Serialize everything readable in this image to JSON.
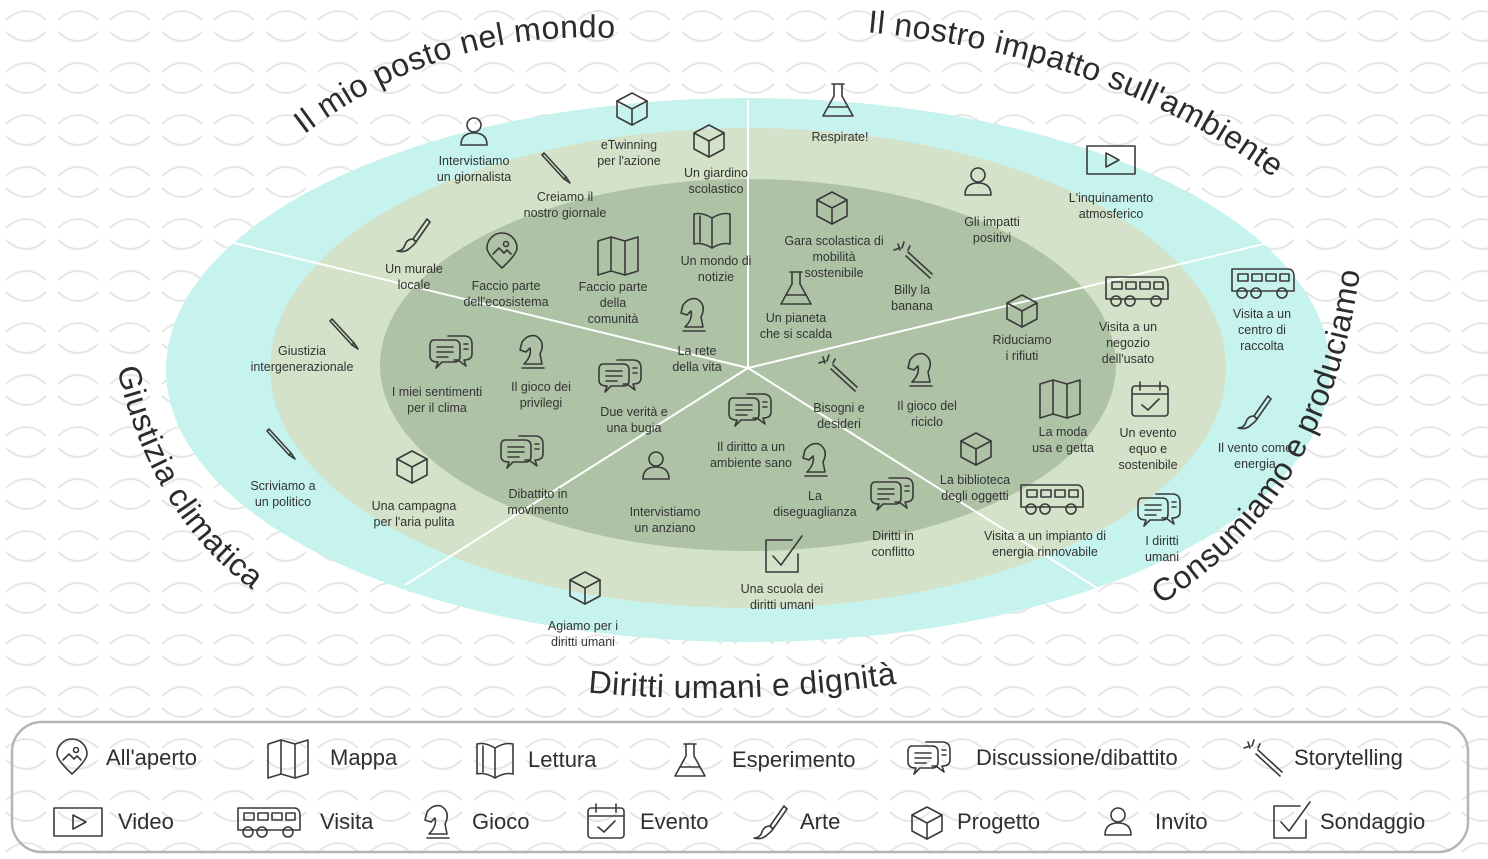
{
  "colors": {
    "outer": "#c6f3ee",
    "middle": "#d3e2c8",
    "inner": "#aec3a6",
    "divider": "#ffffff",
    "ink": "#333333",
    "pattern": "#e8e8e8"
  },
  "sector_titles": {
    "top_left": "Il mio posto nel mondo",
    "top_right": "Il nostro impatto sull'ambiente",
    "right": "Consumiamo e produciamo",
    "bottom": "Diritti umani e dignità",
    "left": "Giustizia climatica"
  },
  "activities": [
    {
      "label": [
        "Intervistiamo",
        "un giornalista"
      ],
      "icon": "person-icon"
    },
    {
      "label": [
        "eTwinning",
        "per l'azione"
      ],
      "icon": "cube-icon"
    },
    {
      "label": [
        "Creiamo il",
        "nostro giornale"
      ],
      "icon": "pencil-icon"
    },
    {
      "label": [
        "Un giardino",
        "scolastico"
      ],
      "icon": "cube-icon"
    },
    {
      "label": [
        "Un murale",
        "locale"
      ],
      "icon": "brush-icon"
    },
    {
      "label": [
        "Faccio parte",
        "dell'ecosistema"
      ],
      "icon": "pin-icon"
    },
    {
      "label": [
        "Faccio parte",
        "della",
        "comunità"
      ],
      "icon": "map-icon"
    },
    {
      "label": [
        "Un mondo di",
        "notizie"
      ],
      "icon": "book-icon"
    },
    {
      "label": [
        "La rete",
        "della vita"
      ],
      "icon": "knight-icon"
    },
    {
      "label": [
        "Giustizia",
        "intergenerazionale"
      ],
      "icon": "pencil-icon"
    },
    {
      "label": [
        "I miei sentimenti",
        "per il clima"
      ],
      "icon": "chat-icon"
    },
    {
      "label": [
        "Il gioco dei",
        "privilegi"
      ],
      "icon": "knight-icon"
    },
    {
      "label": [
        "Due verità e",
        "una bugia"
      ],
      "icon": "chat-icon"
    },
    {
      "label": [
        "Scriviamo a",
        "un politico"
      ],
      "icon": "pencil-icon"
    },
    {
      "label": [
        "Una campagna",
        "per l'aria pulita"
      ],
      "icon": "cube-icon"
    },
    {
      "label": [
        "Dibattito in",
        "movimento"
      ],
      "icon": "chat-icon"
    },
    {
      "label": [
        "Intervistiamo",
        "un anziano"
      ],
      "icon": "person-icon"
    },
    {
      "label": [
        "Respirate!"
      ],
      "icon": "flask-icon"
    },
    {
      "label": [
        "Gara scolastica di",
        "mobilità",
        "sostenibile"
      ],
      "icon": "cube-icon"
    },
    {
      "label": [
        "Gli impatti",
        "positivi"
      ],
      "icon": "person-icon"
    },
    {
      "label": [
        "L'inquinamento",
        "atmosferico"
      ],
      "icon": "video-icon"
    },
    {
      "label": [
        "Un pianeta",
        "che si scalda"
      ],
      "icon": "flask-icon"
    },
    {
      "label": [
        "Billy la",
        "banana"
      ],
      "icon": "wand-icon"
    },
    {
      "label": [
        "Riduciamo",
        "i rifiuti"
      ],
      "icon": "cube-icon"
    },
    {
      "label": [
        "Visita a un",
        "negozio",
        "dell'usato"
      ],
      "icon": "bus-icon"
    },
    {
      "label": [
        "Bisogni e",
        "desideri"
      ],
      "icon": "wand-icon"
    },
    {
      "label": [
        "Il gioco del",
        "riciclo"
      ],
      "icon": "knight-icon"
    },
    {
      "label": [
        "La moda",
        "usa e getta"
      ],
      "icon": "map-icon"
    },
    {
      "label": [
        "Un evento",
        "equo e",
        "sostenibile"
      ],
      "icon": "calendar-icon"
    },
    {
      "label": [
        "Visita a un",
        "centro di",
        "raccolta"
      ],
      "icon": "bus-icon"
    },
    {
      "label": [
        "Il vento come",
        "energia"
      ],
      "icon": "brush-icon"
    },
    {
      "label": [
        "La biblioteca",
        "degli oggetti"
      ],
      "icon": "cube-icon"
    },
    {
      "label": [
        "Visita a un impianto di",
        "energia rinnovabile"
      ],
      "icon": "bus-icon"
    },
    {
      "label": [
        "I diritti",
        "umani"
      ],
      "icon": "chat-icon"
    },
    {
      "label": [
        "Il diritto a un",
        "ambiente sano"
      ],
      "icon": "chat-icon"
    },
    {
      "label": [
        "La",
        "diseguaglianza"
      ],
      "icon": "knight-icon"
    },
    {
      "label": [
        "Diritti in",
        "conflitto"
      ],
      "icon": "chat-icon"
    },
    {
      "label": [
        "Una scuola dei",
        "diritti umani"
      ],
      "icon": "check-icon"
    },
    {
      "label": [
        "Agiamo per i",
        "diritti umani"
      ],
      "icon": "cube-icon"
    }
  ],
  "legend": [
    {
      "label": "All'aperto",
      "icon": "pin-icon"
    },
    {
      "label": "Mappa",
      "icon": "map-icon"
    },
    {
      "label": "Lettura",
      "icon": "book-icon"
    },
    {
      "label": "Esperimento",
      "icon": "flask-icon"
    },
    {
      "label": "Discussione/dibattito",
      "icon": "chat-icon"
    },
    {
      "label": "Storytelling",
      "icon": "wand-icon"
    },
    {
      "label": "Video",
      "icon": "video-icon"
    },
    {
      "label": "Visita",
      "icon": "bus-icon"
    },
    {
      "label": "Gioco",
      "icon": "knight-icon"
    },
    {
      "label": "Evento",
      "icon": "calendar-icon"
    },
    {
      "label": "Arte",
      "icon": "brush-icon"
    },
    {
      "label": "Progetto",
      "icon": "cube-icon"
    },
    {
      "label": "Invito",
      "icon": "person-icon"
    },
    {
      "label": "Sondaggio",
      "icon": "check-icon"
    }
  ]
}
